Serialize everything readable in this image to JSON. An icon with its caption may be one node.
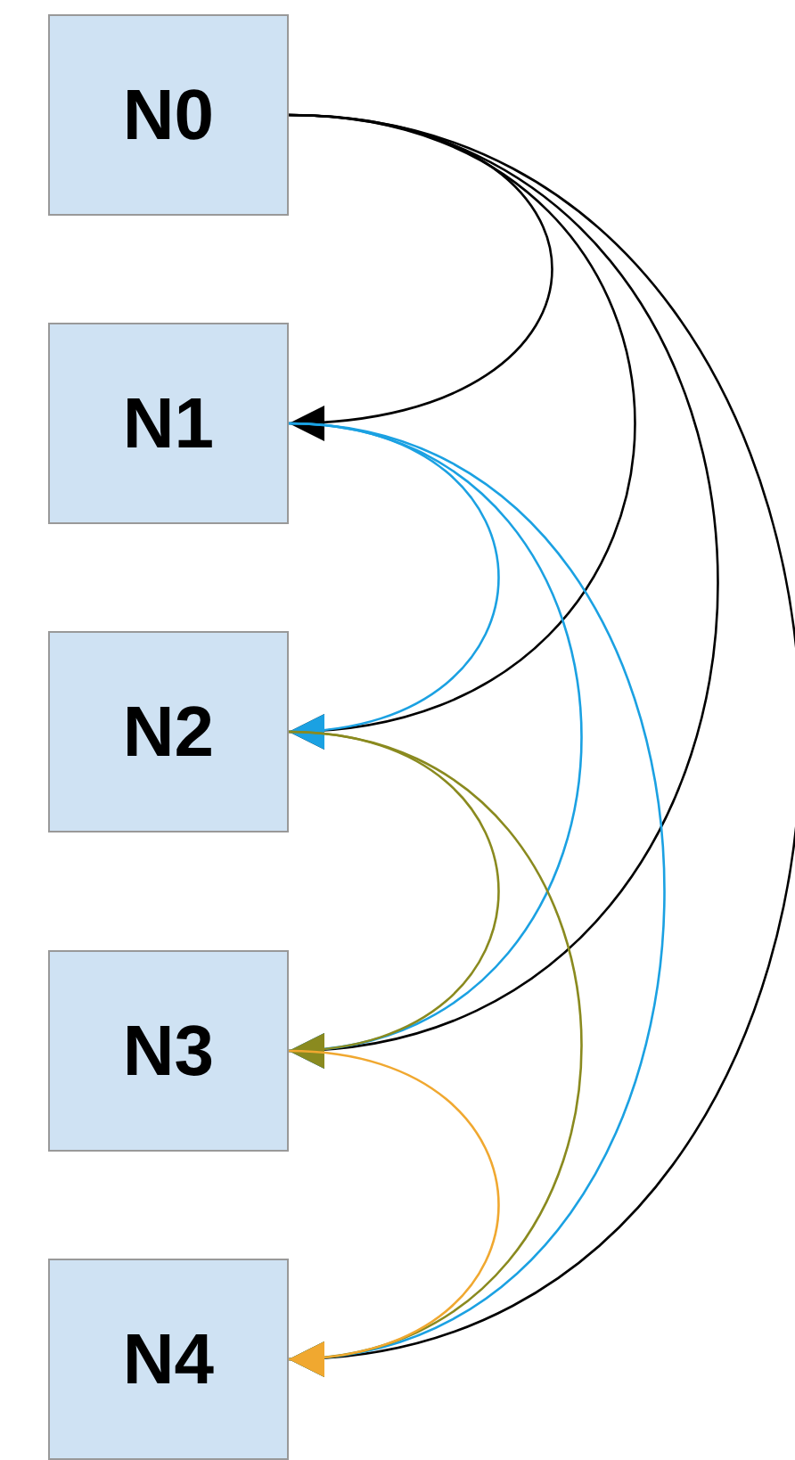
{
  "diagram": {
    "nodes": [
      {
        "text": [
          "N0"
        ]
      },
      {
        "text": [
          "N1"
        ]
      },
      {
        "text": [
          "N2"
        ]
      },
      {
        "text": [
          "N3"
        ]
      },
      {
        "text": [
          "N4"
        ]
      }
    ],
    "edges": [
      {
        "from": 0,
        "to": 1,
        "arrow": "to"
      },
      {
        "from": 0,
        "to": 2,
        "arrow": "to"
      },
      {
        "from": 0,
        "to": 3,
        "arrow": "to"
      },
      {
        "from": 0,
        "to": 4,
        "arrow": "to"
      },
      {
        "from": 1,
        "to": 2,
        "arrow": "to",
        "color": "#1ba1e2"
      },
      {
        "from": 1,
        "to": 3,
        "arrow": "to",
        "color": "#1ba1e2"
      },
      {
        "from": 1,
        "to": 4,
        "arrow": "to",
        "color": "#1ba1e2"
      },
      {
        "from": 2,
        "to": 3,
        "arrow": "to",
        "color": "#8a8a1f"
      },
      {
        "from": 2,
        "to": 4,
        "arrow": "to",
        "color": "#8a8a1f"
      },
      {
        "from": 3,
        "to": 4,
        "arrow": "to",
        "color": "#f0a830"
      }
    ]
  }
}
